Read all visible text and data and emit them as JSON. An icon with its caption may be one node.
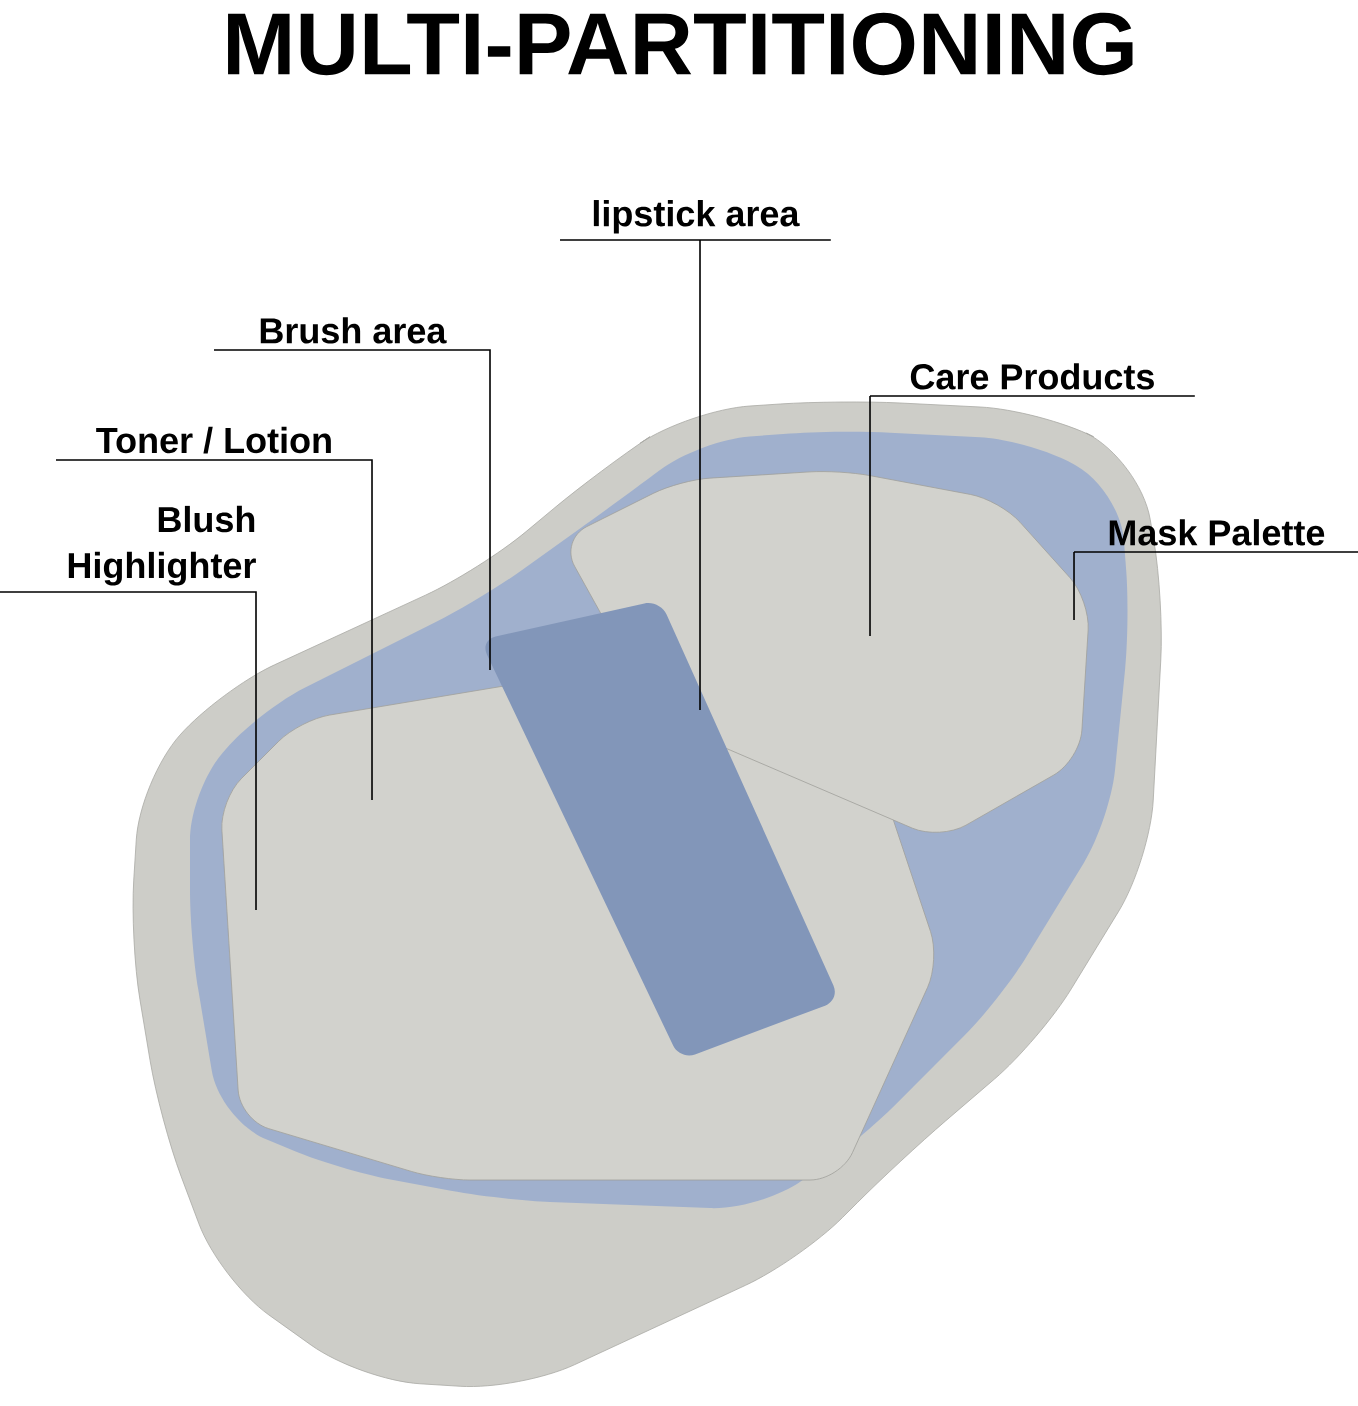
{
  "diagram": {
    "title": "MULTI-PARTITIONING",
    "nodes": [
      {
        "text": [
          "lipstick area"
        ]
      },
      {
        "text": [
          "Brush area"
        ]
      },
      {
        "text": [
          "Care Products"
        ]
      },
      {
        "text": [
          "Toner / Lotion"
        ]
      },
      {
        "text": [
          "Mask Palette"
        ]
      },
      {
        "text": [
          "Blush Highlighter"
        ]
      }
    ],
    "edges": [
      {
        "from": 0,
        "to": null,
        "arrow": "none"
      },
      {
        "from": 1,
        "to": null,
        "arrow": "none"
      },
      {
        "from": 2,
        "to": null,
        "arrow": "none"
      },
      {
        "from": 3,
        "to": null,
        "arrow": "none"
      },
      {
        "from": 4,
        "to": null,
        "arrow": "none"
      },
      {
        "from": 5,
        "to": null,
        "arrow": "none"
      }
    ]
  }
}
